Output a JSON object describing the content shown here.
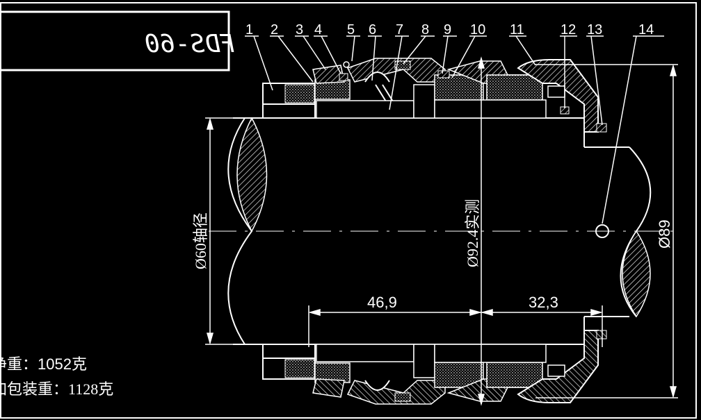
{
  "title_block": {
    "model": "FDS-60"
  },
  "part_numbers": [
    "1",
    "2",
    "3",
    "4",
    "5",
    "6",
    "7",
    "8",
    "9",
    "10",
    "11",
    "12",
    "13",
    "14"
  ],
  "dimensions": {
    "shaft_diameter": "Ø60轴径",
    "measured_diameter": "Ø92.4实测",
    "outer_diameter": "Ø89",
    "length_left": "46,9",
    "length_right": "32,3"
  },
  "weights": {
    "net_label": "净重：",
    "net_value": "1052克",
    "packed_label": "加包装重：",
    "packed_value": "1128克"
  },
  "colors": {
    "background": "#000000",
    "lines": "#ffffff"
  }
}
